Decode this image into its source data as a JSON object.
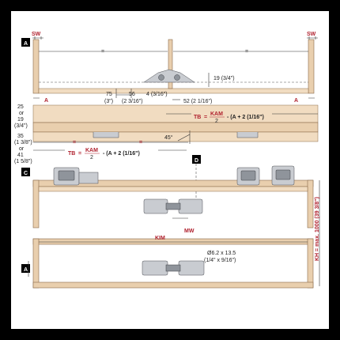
{
  "colors": {
    "frame": "#000000",
    "wood": "#e9cfae",
    "wood_edge": "#8a6a48",
    "label_box": "#000000",
    "callout_red": "#b0212e",
    "hardware": "#c9ccd1"
  },
  "section_labels": {
    "a1": "A",
    "c": "C",
    "d": "D",
    "a2": "A"
  },
  "top": {
    "sw_left": "SW",
    "sw_right": "SW",
    "eq_left": "=",
    "eq_right": "=",
    "dim_75": "75",
    "dim_75_in": "(3\")",
    "dim_56": "56",
    "dim_56_in": "(2 3/16\")",
    "dim_4": "4 (3/16\")",
    "dim_52": "52 (2 1/16\")",
    "dim_19": "19 (3/4\")",
    "a_left": "A",
    "a_right": "A"
  },
  "middle": {
    "tb_label": "TB",
    "tb_eq": "=",
    "kam": "KAM",
    "two": "2",
    "minus_part": "- (A + 2 (1/16\")",
    "dim_25": "25",
    "or_1": "or",
    "dim_19": "19",
    "dim_19_in": "(3/4\")",
    "dim_35": "35",
    "dim_35_in": "(1 3/8\")",
    "or_2": "or",
    "dim_41": "41",
    "dim_41_in": "(1 5/8\")",
    "eq_1": "=",
    "eq_2": "=",
    "angle": "45°"
  },
  "bottom": {
    "mw": "MW",
    "kim": "KIM",
    "kh": "KH = max. 1000 (39 3/8\")",
    "hole": "Ø6.2 x 13.5",
    "hole_in": "(1/4\" x 9/16\")"
  }
}
